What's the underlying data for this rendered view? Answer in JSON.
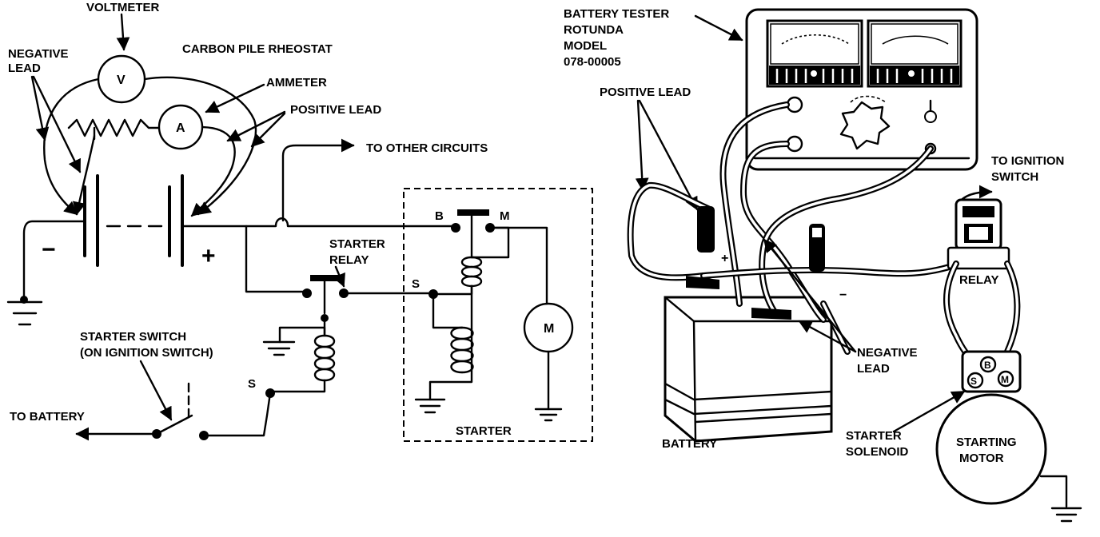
{
  "schematic": {
    "voltmeter_label": "VOLTMETER",
    "voltmeter_symbol": "V",
    "negative_lead_label": [
      "NEGATIVE",
      "LEAD"
    ],
    "carbon_pile_label": "CARBON PILE RHEOSTAT",
    "ammeter_label": "AMMETER",
    "ammeter_symbol": "A",
    "positive_lead_label": "POSITIVE LEAD",
    "to_other_circuits_label": "TO OTHER CIRCUITS",
    "minus_sign": "−",
    "plus_sign": "+",
    "starter_relay_label": [
      "STARTER",
      "RELAY"
    ],
    "starter_switch_label": [
      "STARTER SWITCH",
      "(ON IGNITION SWITCH)"
    ],
    "to_battery_label": "TO BATTERY",
    "relay_s_label": "S",
    "starter_b_label": "B",
    "starter_m_label": "M",
    "starter_s_label": "S",
    "motor_symbol": "M",
    "starter_label": "STARTER"
  },
  "pictorial": {
    "battery_tester_label": [
      "BATTERY TESTER",
      "ROTUNDA",
      "MODEL",
      "078-00005"
    ],
    "positive_lead_label": "POSITIVE LEAD",
    "battery_plus": "+",
    "battery_minus": "−",
    "negative_lead_label": [
      "NEGATIVE",
      "LEAD"
    ],
    "battery_label": "BATTERY",
    "to_ignition_switch_label": [
      "TO IGNITION",
      "SWITCH"
    ],
    "relay_label": "RELAY",
    "solenoid_terminals": [
      "S",
      "B",
      "M"
    ],
    "starter_solenoid_label": [
      "STARTER",
      "SOLENOID"
    ],
    "starting_motor_label": [
      "STARTING",
      "MOTOR"
    ]
  }
}
